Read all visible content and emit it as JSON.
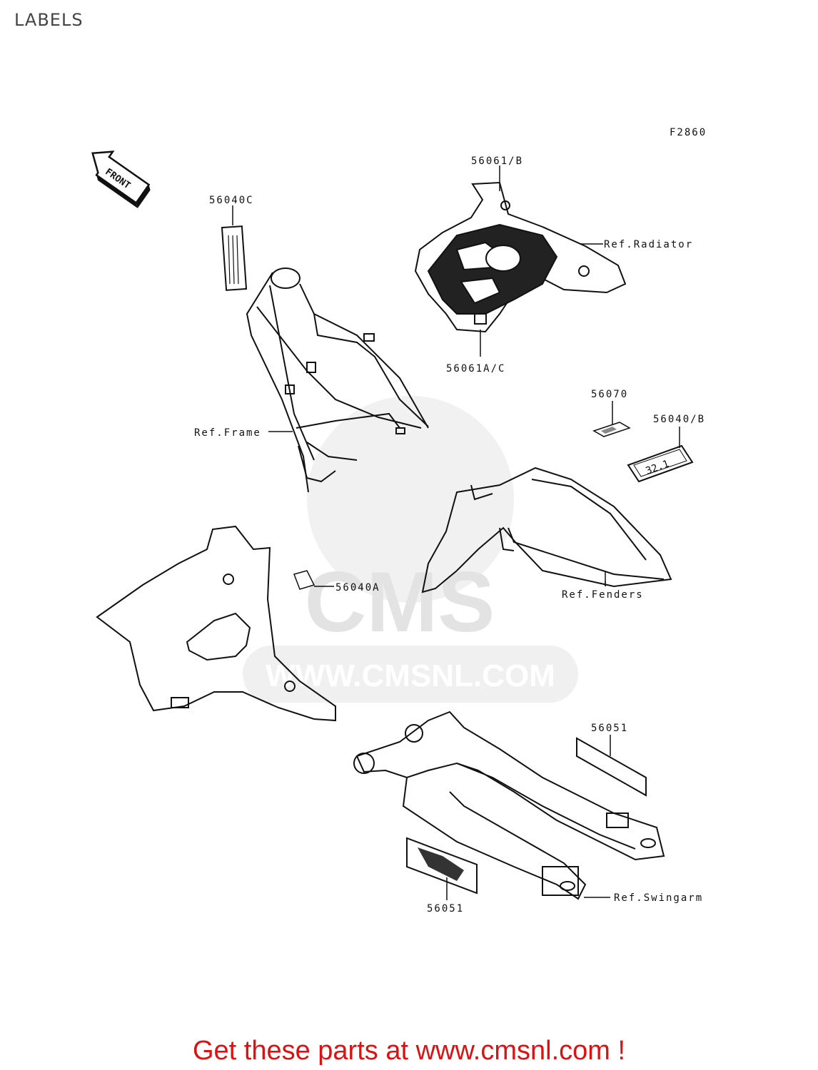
{
  "page": {
    "title": "LABELS"
  },
  "diagram": {
    "figure_code": "F2860",
    "front_label": "FRONT",
    "watermark": {
      "logo_text": "CMS",
      "url_text": "WWW.CMSNL.COM"
    },
    "labels": {
      "p56061_b": "56061/B",
      "p56040c": "56040C",
      "ref_radiator": "Ref.Radiator",
      "p56061a_c": "56061A/C",
      "p56070": "56070",
      "p56040_b": "56040/B",
      "ref_frame": "Ref.Frame",
      "p56040a": "56040A",
      "ref_fenders": "Ref.Fenders",
      "p56051_top": "56051",
      "p56051_bottom": "56051",
      "ref_swingarm": "Ref.Swingarm",
      "label_321": "32.1"
    }
  },
  "footer": {
    "text": "Get these parts at www.cmsnl.com !"
  },
  "colors": {
    "footer": "#dd1111",
    "title": "#444444",
    "watermark": "#e6e6e6"
  }
}
